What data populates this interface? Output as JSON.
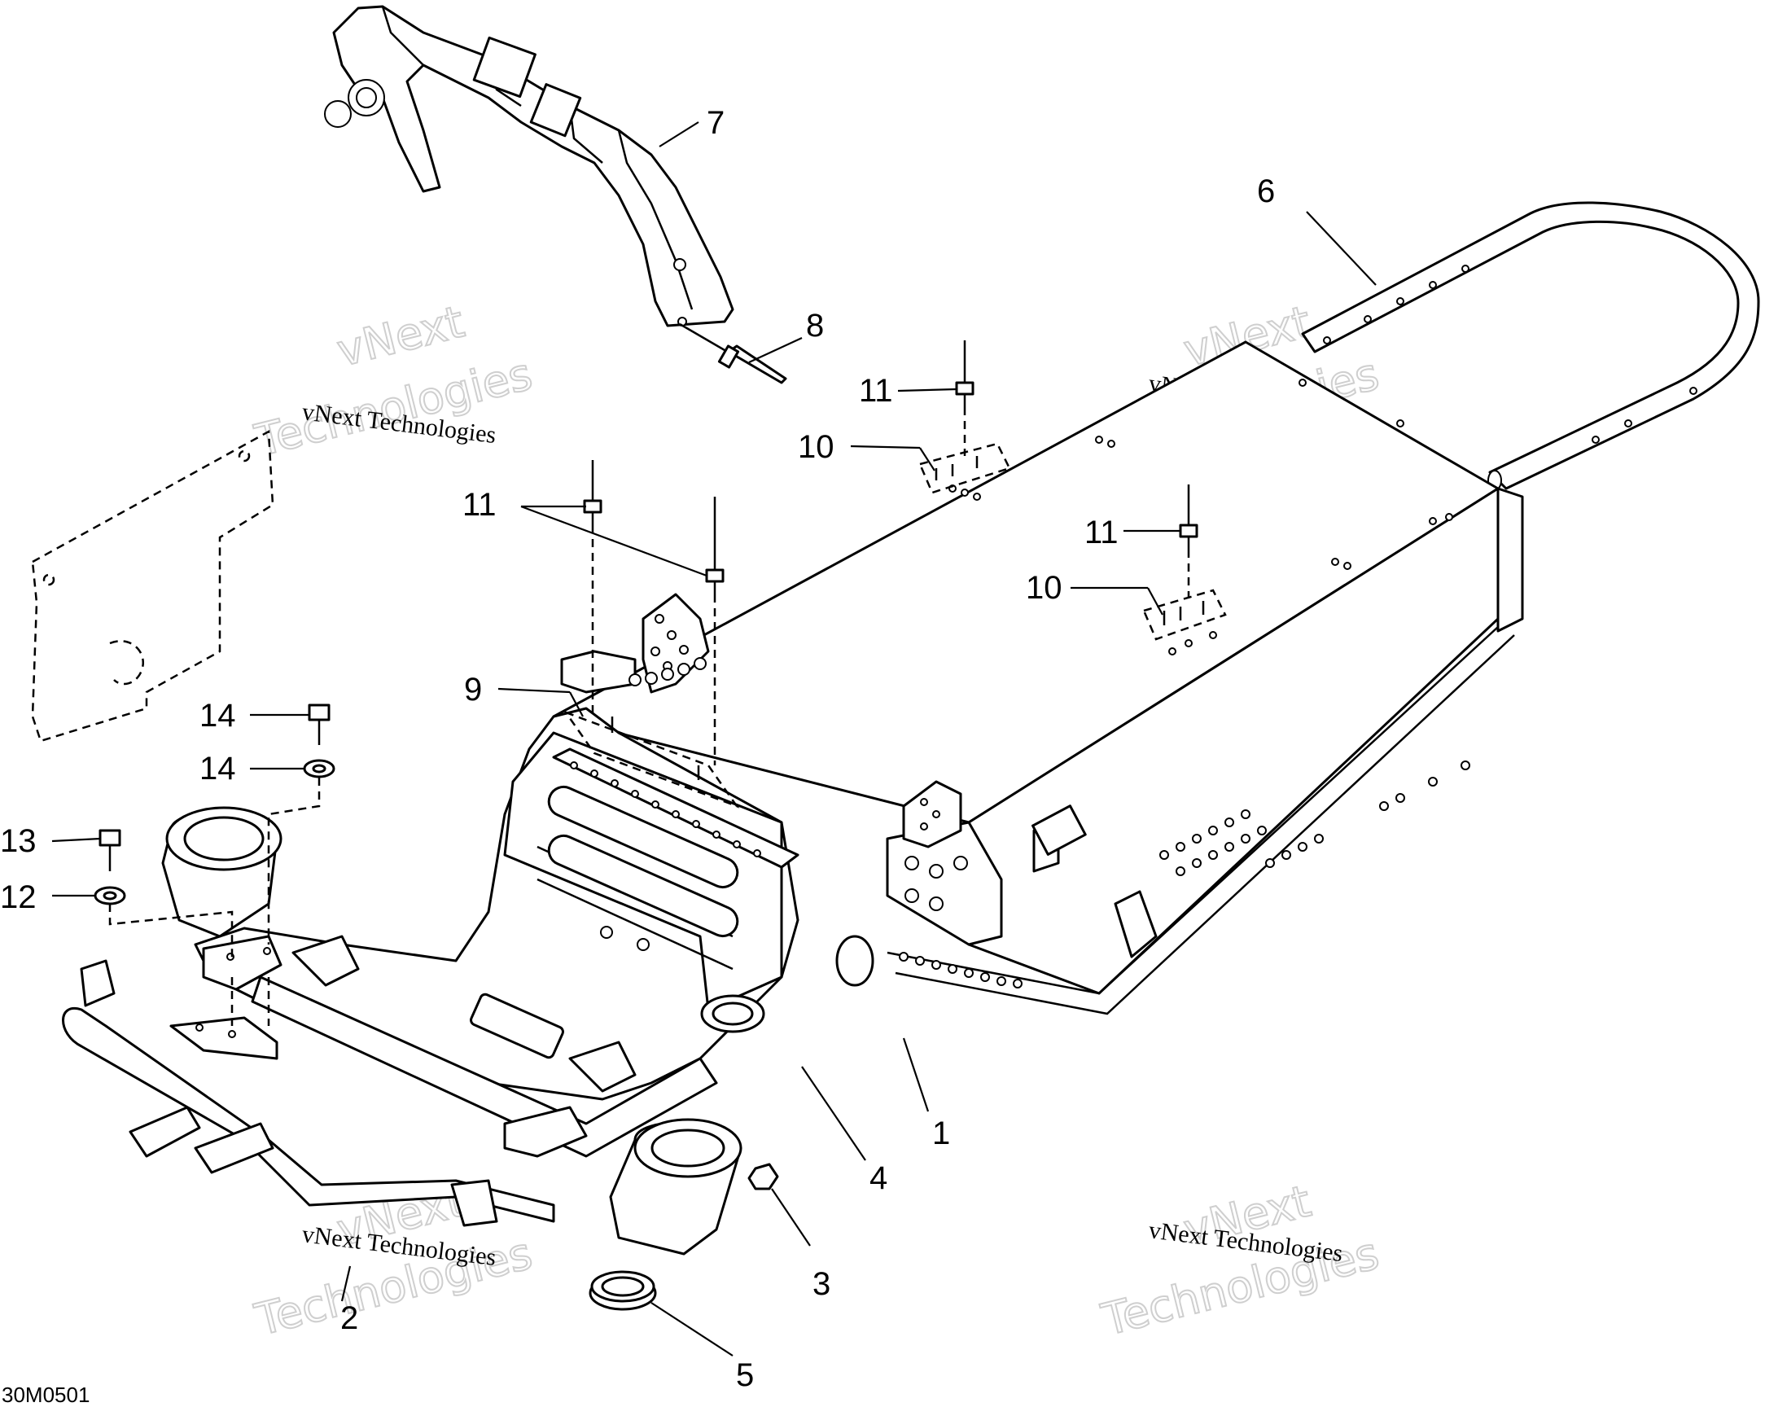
{
  "diagram": {
    "drawing_code": "30M0501",
    "callouts": [
      {
        "id": "c1",
        "label": "1"
      },
      {
        "id": "c2",
        "label": "2"
      },
      {
        "id": "c3",
        "label": "3"
      },
      {
        "id": "c4",
        "label": "4"
      },
      {
        "id": "c5",
        "label": "5"
      },
      {
        "id": "c6",
        "label": "6"
      },
      {
        "id": "c7",
        "label": "7"
      },
      {
        "id": "c8",
        "label": "8"
      },
      {
        "id": "c9",
        "label": "9"
      },
      {
        "id": "c10a",
        "label": "10"
      },
      {
        "id": "c10b",
        "label": "10"
      },
      {
        "id": "c11a",
        "label": "11"
      },
      {
        "id": "c11b",
        "label": "11"
      },
      {
        "id": "c11c",
        "label": "11"
      },
      {
        "id": "c12",
        "label": "12"
      },
      {
        "id": "c13",
        "label": "13"
      },
      {
        "id": "c14a",
        "label": "14"
      },
      {
        "id": "c14b",
        "label": "14"
      }
    ],
    "watermark": {
      "line": "vNext Technologies",
      "ghost_top": "vNext",
      "ghost_bottom": "Technologies"
    }
  }
}
